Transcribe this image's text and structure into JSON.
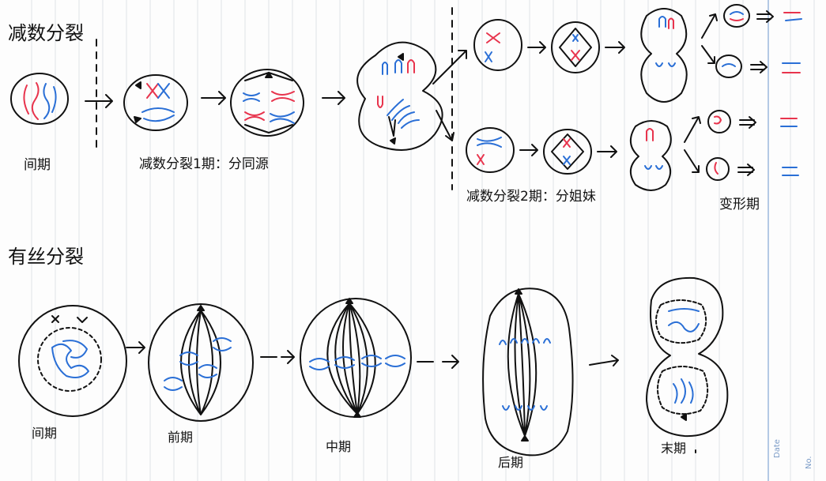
{
  "meiosis": {
    "title": "减数分裂",
    "interphase": "间期",
    "meiosis1": "减数分裂1期：分同源",
    "meiosis2": "减数分裂2期：分姐妹",
    "deformation": "变形期"
  },
  "mitosis": {
    "title": "有丝分裂",
    "interphase": "间期",
    "prophase": "前期",
    "metaphase": "中期",
    "anaphase": "后期",
    "telophase": "末期"
  },
  "notebook": {
    "date_label": "Date",
    "no_label": "No."
  },
  "colors": {
    "red": "#e8344d",
    "blue": "#2a6fd6",
    "ink": "#111111",
    "line": "#d9dde3",
    "margin_line": "#9cb8dd"
  }
}
